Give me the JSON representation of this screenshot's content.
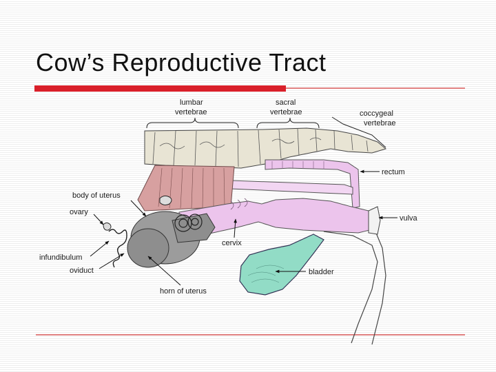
{
  "slide": {
    "title": "Cow’s Reproductive Tract",
    "accent_color": "#d9202a",
    "rule_color": "#e08080"
  },
  "diagram": {
    "labels": {
      "lumbar_vertebrae": [
        "lumbar",
        "vertebrae"
      ],
      "sacral_vertebrae": [
        "sacral",
        "vertebrae"
      ],
      "coccygeal_vertebrae": [
        "coccygeal",
        "vertebrae"
      ],
      "rectum": "rectum",
      "body_of_uterus": "body of uterus",
      "ovary": "ovary",
      "cervix": "cervix",
      "vulva": "vulva",
      "infundibulum": "infundibulum",
      "oviduct": "oviduct",
      "bladder": "bladder",
      "horn_of_uterus": "horn of uterus"
    },
    "colors": {
      "bone": "#e8e4d4",
      "muscle": "#d7a0a0",
      "tract": "#ecc4ec",
      "uterus": "#9c9c9c",
      "bladder": "#92dcc6"
    }
  }
}
